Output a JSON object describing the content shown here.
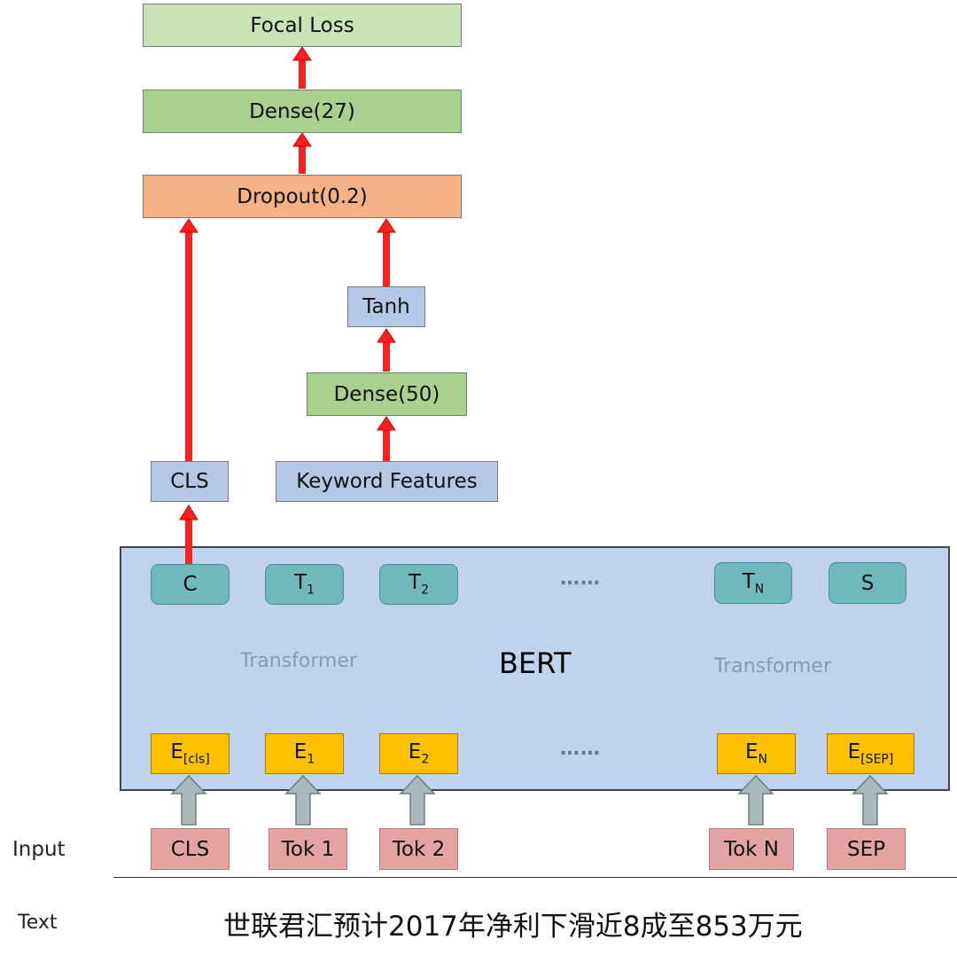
{
  "top_stack": {
    "focal_loss": "Focal Loss",
    "dense27": "Dense(27)",
    "dropout": "Dropout(0.2)"
  },
  "keyword_branch": {
    "tanh": "Tanh",
    "dense50": "Dense(50)",
    "keyword_features": "Keyword Features"
  },
  "cls_box": "CLS",
  "bert": {
    "title": "BERT",
    "transformer_left": "Transformer",
    "transformer_right": "Transformer",
    "outputs": [
      {
        "main": "C",
        "sub": ""
      },
      {
        "main": "T",
        "sub": "1"
      },
      {
        "main": "T",
        "sub": "2"
      },
      {
        "main": "T",
        "sub": "N"
      },
      {
        "main": "S",
        "sub": ""
      }
    ],
    "embeddings": [
      {
        "main": "E",
        "sub": "[cls]"
      },
      {
        "main": "E",
        "sub": "1"
      },
      {
        "main": "E",
        "sub": "2"
      },
      {
        "main": "E",
        "sub": "N"
      },
      {
        "main": "E",
        "sub": "[SEP]"
      }
    ],
    "ellipsis_top": "……",
    "ellipsis_bottom": "……"
  },
  "inputs": [
    "CLS",
    "Tok 1",
    "Tok 2",
    "Tok N",
    "SEP"
  ],
  "labels": {
    "input": "Input",
    "text": "Text"
  },
  "text_sentence": "世联君汇预计2017年净利下滑近8成至853万元",
  "colors": {
    "arrow_red": "#ff2020",
    "arrow_gray": "#a9b9bb"
  }
}
